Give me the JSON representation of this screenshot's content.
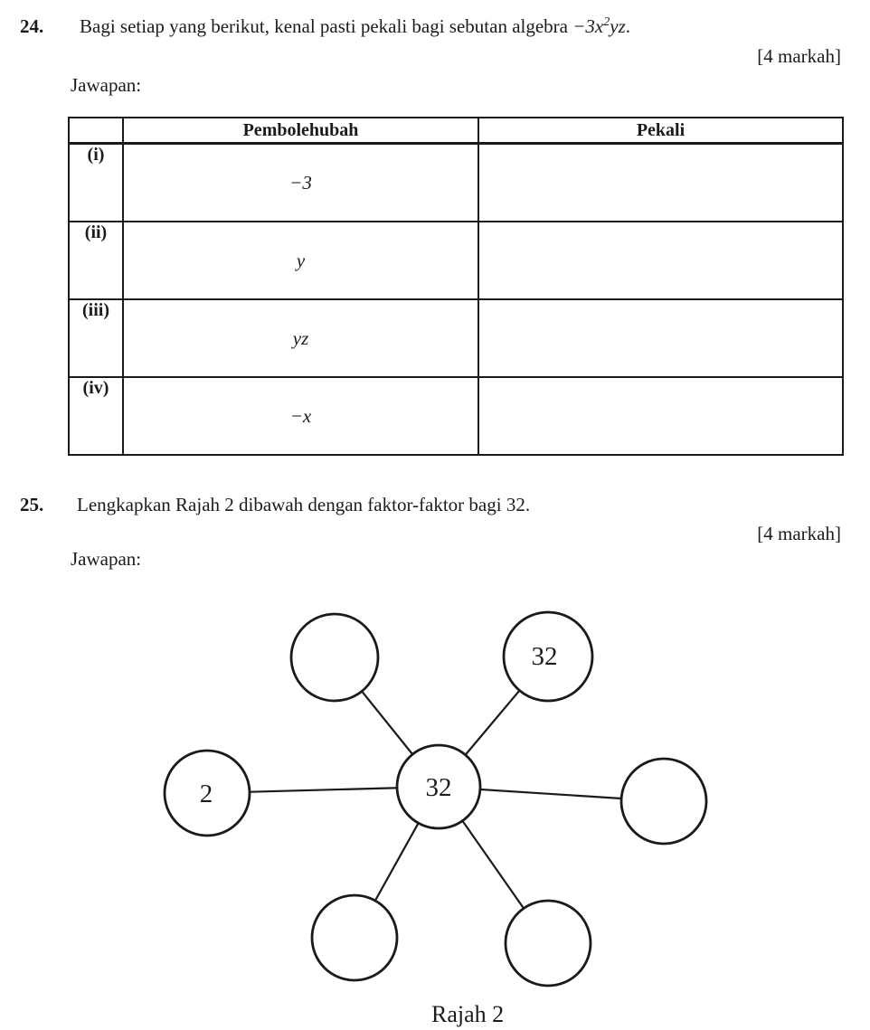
{
  "document": {
    "q24": {
      "number": "24.",
      "question_prefix": "Bagi setiap yang berikut, kenal pasti pekali bagi sebutan algebra ",
      "term": {
        "coefficient": "−3",
        "base": "x",
        "exponent": "2",
        "tail": "yz",
        "period": "."
      },
      "marks": "[4 markah]",
      "answer_label": "Jawapan:",
      "table": {
        "col_headers": {
          "index": "",
          "variable": "Pembolehubah",
          "coefficient": "Pekali"
        },
        "rows": [
          {
            "label": "(i)",
            "variable": "−3",
            "coefficient": ""
          },
          {
            "label": "(ii)",
            "variable": "y",
            "coefficient": ""
          },
          {
            "label": "(iii)",
            "variable": "yz",
            "coefficient": ""
          },
          {
            "label": "(iv)",
            "variable": "−x",
            "coefficient": ""
          }
        ]
      }
    },
    "q25": {
      "number": "25.",
      "question": "Lengkapkan Rajah 2 dibawah dengan faktor-faktor bagi 32.",
      "marks": "[4 markah]",
      "answer_label": "Jawapan:",
      "diagram": {
        "center": {
          "label": "32"
        },
        "nodes": [
          {
            "position": "top-left",
            "label": ""
          },
          {
            "position": "top-right",
            "label": "32"
          },
          {
            "position": "left",
            "label": "2"
          },
          {
            "position": "right",
            "label": ""
          },
          {
            "position": "bottom-left",
            "label": ""
          },
          {
            "position": "bottom-right",
            "label": ""
          }
        ],
        "caption": "Rajah 2"
      }
    }
  }
}
